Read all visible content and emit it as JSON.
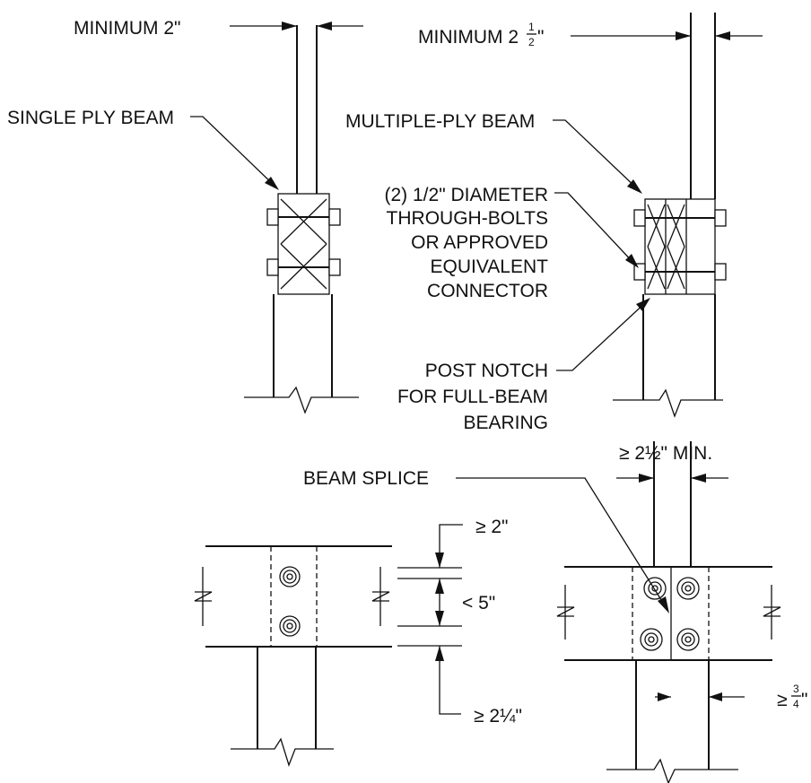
{
  "labels": {
    "min_2": "MINIMUM 2\"",
    "min_2_half_main": "MINIMUM 2",
    "min_2_half_num": "1",
    "min_2_half_den": "2",
    "min_2_half_tail": "\"",
    "single_ply_beam": "SINGLE PLY BEAM",
    "multiple_ply_beam": "MULTIPLE-PLY BEAM",
    "bolts_line1": "(2) 1/2\" DIAMETER",
    "bolts_line2": "THROUGH-BOLTS",
    "bolts_line3": "OR APPROVED",
    "bolts_line4": "EQUIVALENT",
    "bolts_line5": "CONNECTOR",
    "notch_line1": "POST NOTCH",
    "notch_line2": "FOR FULL-BEAM",
    "notch_line3": "BEARING",
    "beam_splice": "BEAM SPLICE",
    "min_2_half_splice": "≥ 2½\" MIN.",
    "ge_2": "≥ 2\"",
    "lt_5": "< 5\"",
    "ge_2_quarter": "≥ 2¼\"",
    "ge_3_4_sym": "≥",
    "ge_3_4_num": "3",
    "ge_3_4_den": "4",
    "ge_3_4_tail": "\""
  },
  "colors": {
    "ink": "#111111",
    "paper": "#ffffff"
  }
}
